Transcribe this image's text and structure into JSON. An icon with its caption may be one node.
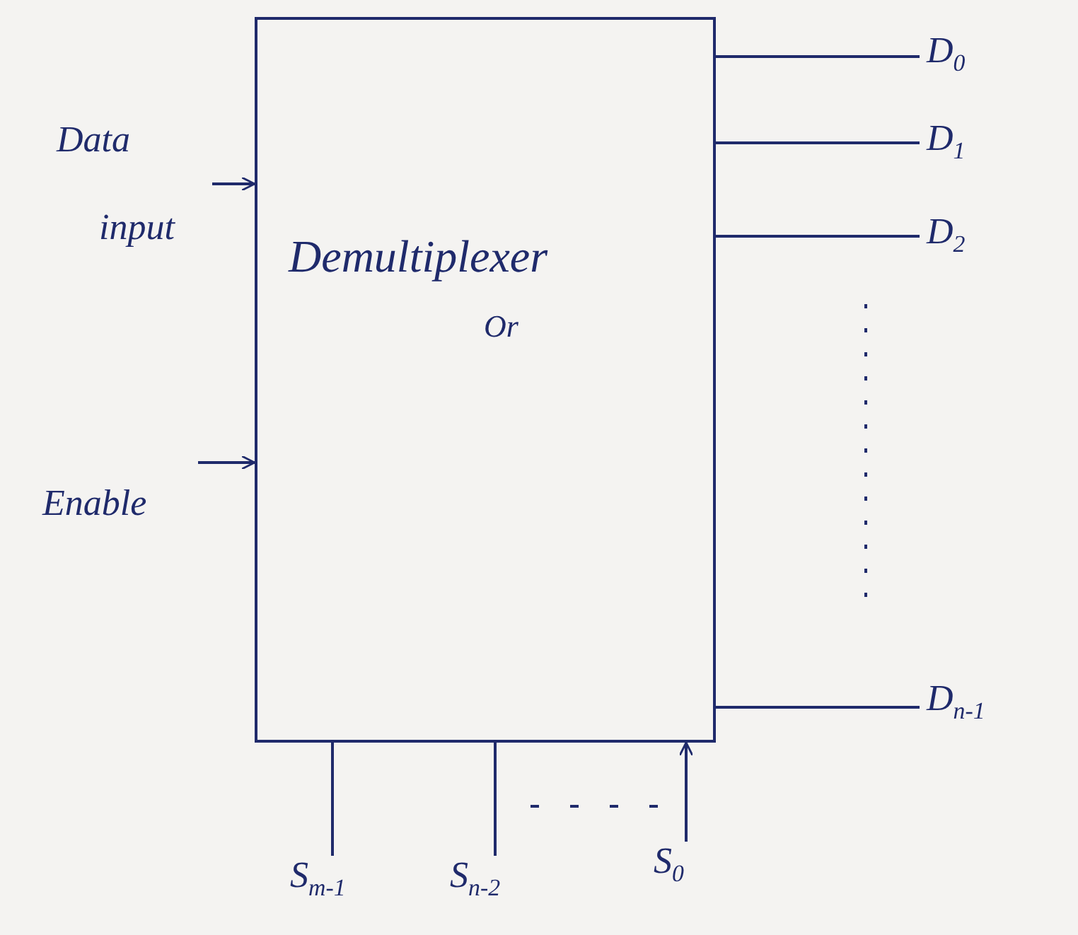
{
  "diagram": {
    "nodes": [
      {
        "text": [
          "Demultiplexer",
          "Or"
        ]
      },
      {
        "text": [
          "Data",
          "input"
        ]
      },
      {
        "text": [
          "Enable"
        ]
      },
      {
        "text": [
          "D$_{0}$"
        ]
      },
      {
        "text": [
          "D$_{1}$"
        ]
      },
      {
        "text": [
          "D$_{2}$"
        ]
      },
      {
        "text": [
          "D$_{n-1}$"
        ]
      },
      {
        "text": [
          "S$_{m-1}$"
        ]
      },
      {
        "text": [
          "S$_{n-2}$"
        ]
      },
      {
        "text": [
          "S$_{0}$"
        ]
      }
    ],
    "edges": [
      {
        "from": 1,
        "to": 0,
        "arrow": "to"
      },
      {
        "from": 2,
        "to": 0,
        "arrow": "to"
      },
      {
        "from": 0,
        "to": 3,
        "arrow": "none"
      },
      {
        "from": 0,
        "to": 4,
        "arrow": "none"
      },
      {
        "from": 0,
        "to": 5,
        "arrow": "none"
      },
      {
        "from": 0,
        "to": 6,
        "arrow": "none"
      },
      {
        "from": 7,
        "to": 0,
        "arrow": "none"
      },
      {
        "from": 8,
        "to": 0,
        "arrow": "none"
      },
      {
        "from": 9,
        "to": 0,
        "arrow": "to"
      }
    ]
  }
}
